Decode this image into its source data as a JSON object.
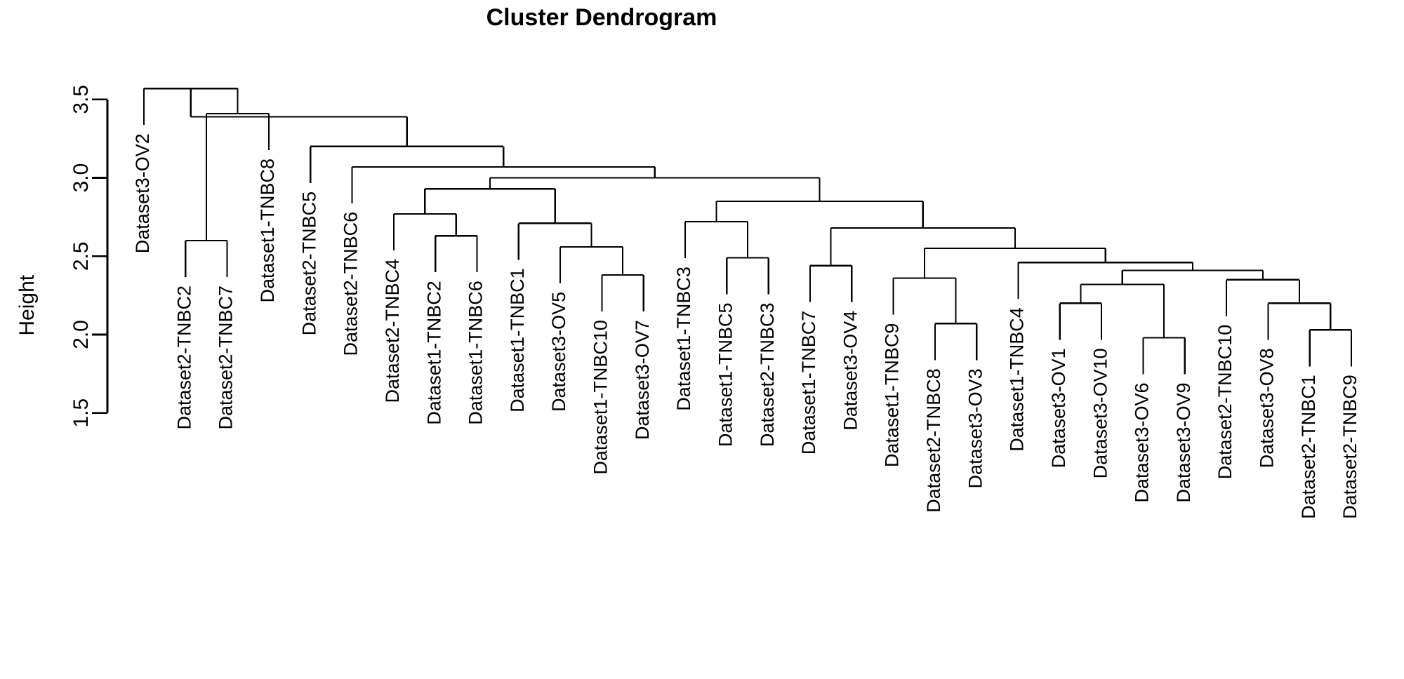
{
  "chart_data": {
    "type": "dendrogram",
    "title": "Cluster Dendrogram",
    "xlabel": "",
    "ylabel": "Height",
    "ylim": [
      1.36,
      3.62
    ],
    "yticks": [
      1.5,
      2.0,
      2.5,
      3.0,
      3.5
    ],
    "ytick_labels": [
      "1.5",
      "2.0",
      "2.5",
      "3.0",
      "3.5"
    ],
    "grid": false,
    "legend": "none",
    "leaf_labels": [
      "Dataset3-OV2",
      "Dataset2-TNBC2",
      "Dataset2-TNBC7",
      "Dataset1-TNBC8",
      "Dataset2-TNBC5",
      "Dataset2-TNBC6",
      "Dataset2-TNBC4",
      "Dataset1-TNBC2",
      "Dataset1-TNBC6",
      "Dataset1-TNBC1",
      "Dataset3-OV5",
      "Dataset1-TNBC10",
      "Dataset3-OV7",
      "Dataset1-TNBC3",
      "Dataset1-TNBC5",
      "Dataset2-TNBC3",
      "Dataset1-TNBC7",
      "Dataset3-OV4",
      "Dataset1-TNBC9",
      "Dataset2-TNBC8",
      "Dataset3-OV3",
      "Dataset1-TNBC4",
      "Dataset3-OV1",
      "Dataset3-OV10",
      "Dataset3-OV6",
      "Dataset3-OV9",
      "Dataset2-TNBC10",
      "Dataset3-OV8",
      "Dataset2-TNBC1",
      "Dataset2-TNBC9"
    ],
    "merges": [
      {
        "id": "m1",
        "left": {
          "type": "leaf",
          "index": 1
        },
        "right": {
          "type": "leaf",
          "index": 2
        },
        "height": 2.6
      },
      {
        "id": "m2",
        "left": {
          "type": "leaf",
          "index": 3
        },
        "right": {
          "type": "node",
          "id": "m1"
        },
        "height": 3.41
      },
      {
        "id": "m3",
        "left": {
          "type": "leaf",
          "index": 0
        },
        "right": {
          "type": "node",
          "id": "m2"
        },
        "height": 3.57
      },
      {
        "id": "m4",
        "left": {
          "type": "leaf",
          "index": 7
        },
        "right": {
          "type": "leaf",
          "index": 8
        },
        "height": 2.63
      },
      {
        "id": "m5",
        "left": {
          "type": "leaf",
          "index": 6
        },
        "right": {
          "type": "node",
          "id": "m4"
        },
        "height": 2.77
      },
      {
        "id": "m6",
        "left": {
          "type": "leaf",
          "index": 11
        },
        "right": {
          "type": "leaf",
          "index": 12
        },
        "height": 2.38
      },
      {
        "id": "m7",
        "left": {
          "type": "leaf",
          "index": 10
        },
        "right": {
          "type": "node",
          "id": "m6"
        },
        "height": 2.56
      },
      {
        "id": "m8",
        "left": {
          "type": "leaf",
          "index": 9
        },
        "right": {
          "type": "node",
          "id": "m7"
        },
        "height": 2.71
      },
      {
        "id": "m9",
        "left": {
          "type": "node",
          "id": "m5"
        },
        "right": {
          "type": "node",
          "id": "m8"
        },
        "height": 2.93
      },
      {
        "id": "m10",
        "left": {
          "type": "leaf",
          "index": 14
        },
        "right": {
          "type": "leaf",
          "index": 15
        },
        "height": 2.49
      },
      {
        "id": "m11",
        "left": {
          "type": "leaf",
          "index": 13
        },
        "right": {
          "type": "node",
          "id": "m10"
        },
        "height": 2.72
      },
      {
        "id": "m12",
        "left": {
          "type": "leaf",
          "index": 16
        },
        "right": {
          "type": "leaf",
          "index": 17
        },
        "height": 2.44
      },
      {
        "id": "m13",
        "left": {
          "type": "leaf",
          "index": 19
        },
        "right": {
          "type": "leaf",
          "index": 20
        },
        "height": 2.07
      },
      {
        "id": "m14",
        "left": {
          "type": "leaf",
          "index": 18
        },
        "right": {
          "type": "node",
          "id": "m13"
        },
        "height": 2.36
      },
      {
        "id": "m15",
        "left": {
          "type": "leaf",
          "index": 22
        },
        "right": {
          "type": "leaf",
          "index": 23
        },
        "height": 2.2
      },
      {
        "id": "m16",
        "left": {
          "type": "leaf",
          "index": 24
        },
        "right": {
          "type": "leaf",
          "index": 25
        },
        "height": 1.98
      },
      {
        "id": "m17",
        "left": {
          "type": "node",
          "id": "m15"
        },
        "right": {
          "type": "node",
          "id": "m16"
        },
        "height": 2.32
      },
      {
        "id": "m18",
        "left": {
          "type": "leaf",
          "index": 28
        },
        "right": {
          "type": "leaf",
          "index": 29
        },
        "height": 2.03
      },
      {
        "id": "m19",
        "left": {
          "type": "leaf",
          "index": 27
        },
        "right": {
          "type": "node",
          "id": "m18"
        },
        "height": 2.2
      },
      {
        "id": "m20",
        "left": {
          "type": "leaf",
          "index": 26
        },
        "right": {
          "type": "node",
          "id": "m19"
        },
        "height": 2.35
      },
      {
        "id": "m21",
        "left": {
          "type": "node",
          "id": "m17"
        },
        "right": {
          "type": "node",
          "id": "m20"
        },
        "height": 2.41
      },
      {
        "id": "m22",
        "left": {
          "type": "leaf",
          "index": 21
        },
        "right": {
          "type": "node",
          "id": "m21"
        },
        "height": 2.46
      },
      {
        "id": "m23",
        "left": {
          "type": "node",
          "id": "m14"
        },
        "right": {
          "type": "node",
          "id": "m22"
        },
        "height": 2.55
      },
      {
        "id": "m24",
        "left": {
          "type": "node",
          "id": "m12"
        },
        "right": {
          "type": "node",
          "id": "m23"
        },
        "height": 2.68
      },
      {
        "id": "m25",
        "left": {
          "type": "node",
          "id": "m11"
        },
        "right": {
          "type": "node",
          "id": "m24"
        },
        "height": 2.85
      },
      {
        "id": "m26",
        "left": {
          "type": "node",
          "id": "m9"
        },
        "right": {
          "type": "node",
          "id": "m25"
        },
        "height": 3.0
      },
      {
        "id": "m27",
        "left": {
          "type": "leaf",
          "index": 5
        },
        "right": {
          "type": "node",
          "id": "m26"
        },
        "height": 3.07
      },
      {
        "id": "m28",
        "left": {
          "type": "leaf",
          "index": 4
        },
        "right": {
          "type": "node",
          "id": "m27"
        },
        "height": 3.2
      },
      {
        "id": "m29",
        "left": {
          "type": "node",
          "id": "m3"
        },
        "right": {
          "type": "node",
          "id": "m28"
        },
        "height": 3.39
      }
    ]
  },
  "axis": {
    "y_title": "Height"
  }
}
